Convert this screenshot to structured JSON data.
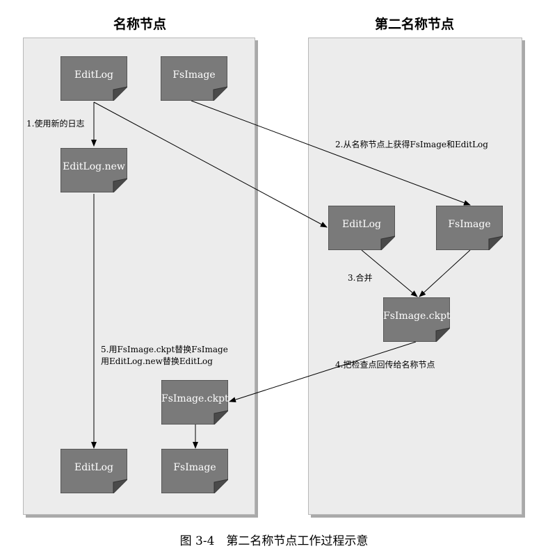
{
  "columns": {
    "left_title": "名称节点",
    "right_title": "第二名称节点"
  },
  "documents": {
    "nn_editlog": "EditLog",
    "nn_fsimage": "FsImage",
    "nn_editlog_new": "EditLog.new",
    "snn_editlog": "EditLog",
    "snn_fsimage": "FsImage",
    "snn_fsimage_ckpt": "FsImage.ckpt",
    "nn_fsimage_ckpt": "FsImage.ckpt",
    "nn_final_editlog": "EditLog",
    "nn_final_fsimage": "FsImage"
  },
  "steps": {
    "step1": "1.使用新的日志",
    "step2": "2.从名称节点上获得FsImage和EditLog",
    "step3": "3.合并",
    "step4": "4.把检查点回传给名称节点",
    "step5_line1": "5.用FsImage.ckpt替换FsImage",
    "step5_line2": "用EditLog.new替换EditLog"
  },
  "caption": "图 3-4　第二名称节点工作过程示意",
  "colors": {
    "panel": "#ececec",
    "document_fill": "#7a7a7a",
    "arrow": "#000000"
  }
}
